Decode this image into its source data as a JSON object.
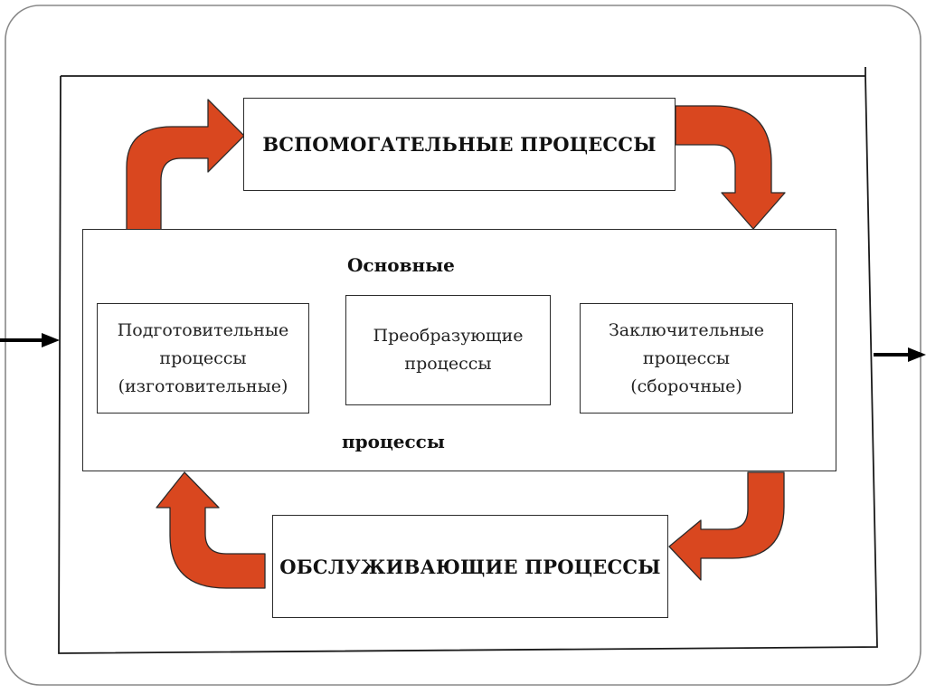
{
  "colors": {
    "arrow_fill": "#d9471f",
    "arrow_stroke": "#2a2a2a",
    "frame_border": "#888888",
    "box_border": "#2b2b2b"
  },
  "auxiliary": {
    "label": "ВСПОМОГАТЕЛЬНЫЕ ПРОЦЕССЫ"
  },
  "main": {
    "label_top": "Основные",
    "label_bottom": "процессы",
    "processes": [
      {
        "lines": [
          "Подготовительные",
          "процессы",
          "(изготовительные)"
        ]
      },
      {
        "lines": [
          "Преобразующие",
          "процессы"
        ]
      },
      {
        "lines": [
          "Заключительные",
          "процессы",
          "(сборочные)"
        ]
      }
    ]
  },
  "servicing": {
    "label": "ОБСЛУЖИВАЮЩИЕ ПРОЦЕССЫ"
  },
  "icons": {
    "input": "arrow-right-icon",
    "output": "arrow-right-icon",
    "cycle": "curved-arrow-icon"
  }
}
